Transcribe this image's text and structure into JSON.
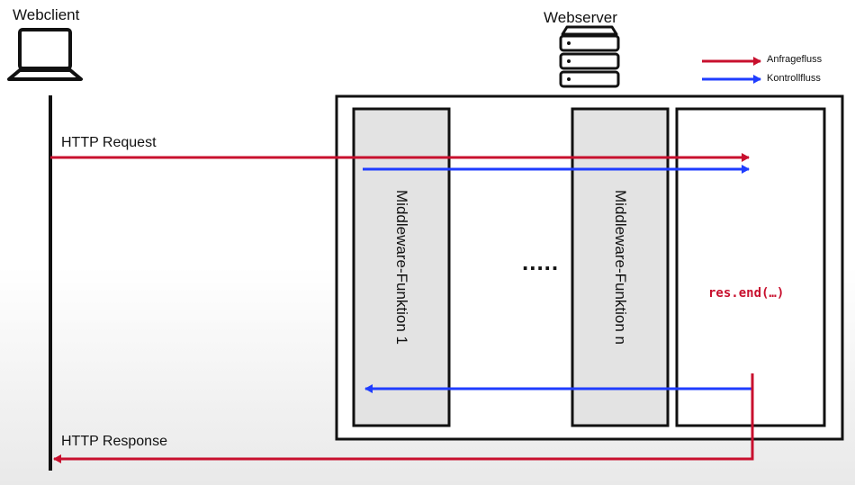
{
  "client": {
    "title": "Webclient",
    "icon": "laptop-icon"
  },
  "server": {
    "title": "Webserver",
    "icon": "server-icon"
  },
  "legend": {
    "request_flow": "Anfragefluss",
    "control_flow": "Kontrollfluss"
  },
  "http_request": "HTTP Request",
  "http_response": "HTTP Response",
  "middleware": {
    "first": "Middleware-Funktion 1",
    "ellipsis": ".....",
    "last": "Middleware-Funktion n"
  },
  "handler_code": "res.end(…)",
  "colors": {
    "request_flow": "#c8102e",
    "control_flow": "#1f3dff",
    "middleware_fill": "#e3e3e3",
    "border": "#111111"
  }
}
